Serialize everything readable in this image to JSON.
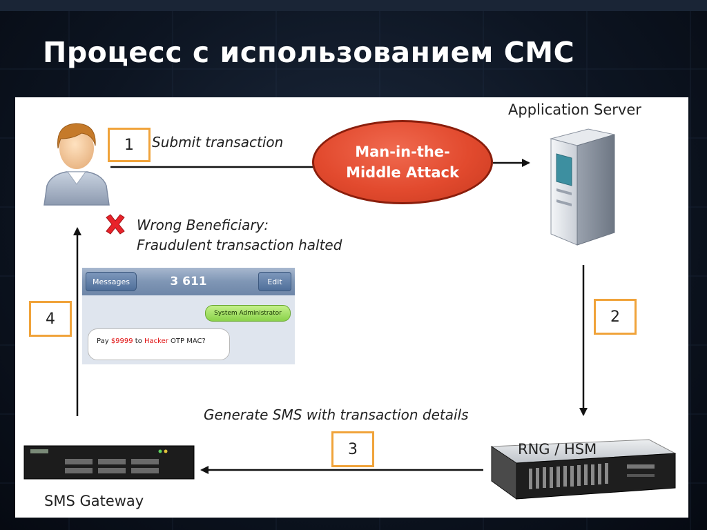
{
  "slide": {
    "title": "Процесс с использованием СМС"
  },
  "diagram": {
    "app_server_label": "Application Server",
    "sms_gateway_label": "SMS Gateway",
    "rng_hsm_label": "RNG / HSM",
    "mitm_label": "Man-in-the-Middle Attack",
    "step1": {
      "number": "1",
      "text": "Submit transaction"
    },
    "step2": {
      "number": "2"
    },
    "step3": {
      "number": "3",
      "text": "Generate SMS with transaction details"
    },
    "step4": {
      "number": "4"
    },
    "halt_line1": "Wrong Beneficiary:",
    "halt_line2": "Fraudulent transaction halted"
  },
  "phone": {
    "back_button": "Messages",
    "title": "3 611",
    "edit_button": "Edit",
    "sender": "System Administrator",
    "message": {
      "part1": "Pay ",
      "amount": "$9999",
      "part2": " to ",
      "who": "Hacker",
      "part3": " OTP MAC?"
    }
  },
  "colors": {
    "box_border": "#f0a33a",
    "mitm_fill": "#e24a2e",
    "alert_red": "#e01010"
  }
}
